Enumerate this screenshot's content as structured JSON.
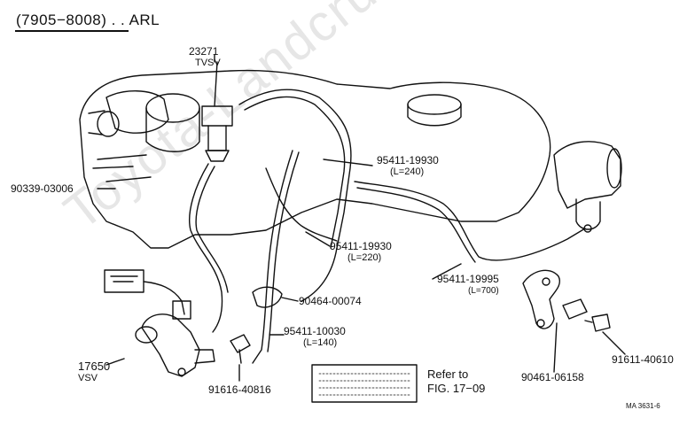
{
  "header": {
    "title": "(7905−8008) . . ARL"
  },
  "watermark": "Toyota-Landcruiser.ru",
  "parts": {
    "tvsv": {
      "number": "23271",
      "name": "TVSV"
    },
    "p90339": {
      "number": "90339-03006"
    },
    "hose_240": {
      "number": "95411-19930",
      "length": "(L=240)"
    },
    "hose_220": {
      "number": "95411-19930",
      "length": "(L=220)"
    },
    "hose_700": {
      "number": "95411-19995",
      "length": "(L=700)"
    },
    "clamp": {
      "number": "90464-00074"
    },
    "hose_140": {
      "number": "95411-10030",
      "length": "(L=140)"
    },
    "vsv": {
      "number": "17650",
      "name": "VSV"
    },
    "p91616": {
      "number": "91616-40816"
    },
    "p91611": {
      "number": "91611-40610"
    },
    "p90461": {
      "number": "90461-06158"
    }
  },
  "reference": {
    "line1": "Refer to",
    "line2": "FIG. 17−09"
  },
  "figure_code": "MA 3631-6"
}
